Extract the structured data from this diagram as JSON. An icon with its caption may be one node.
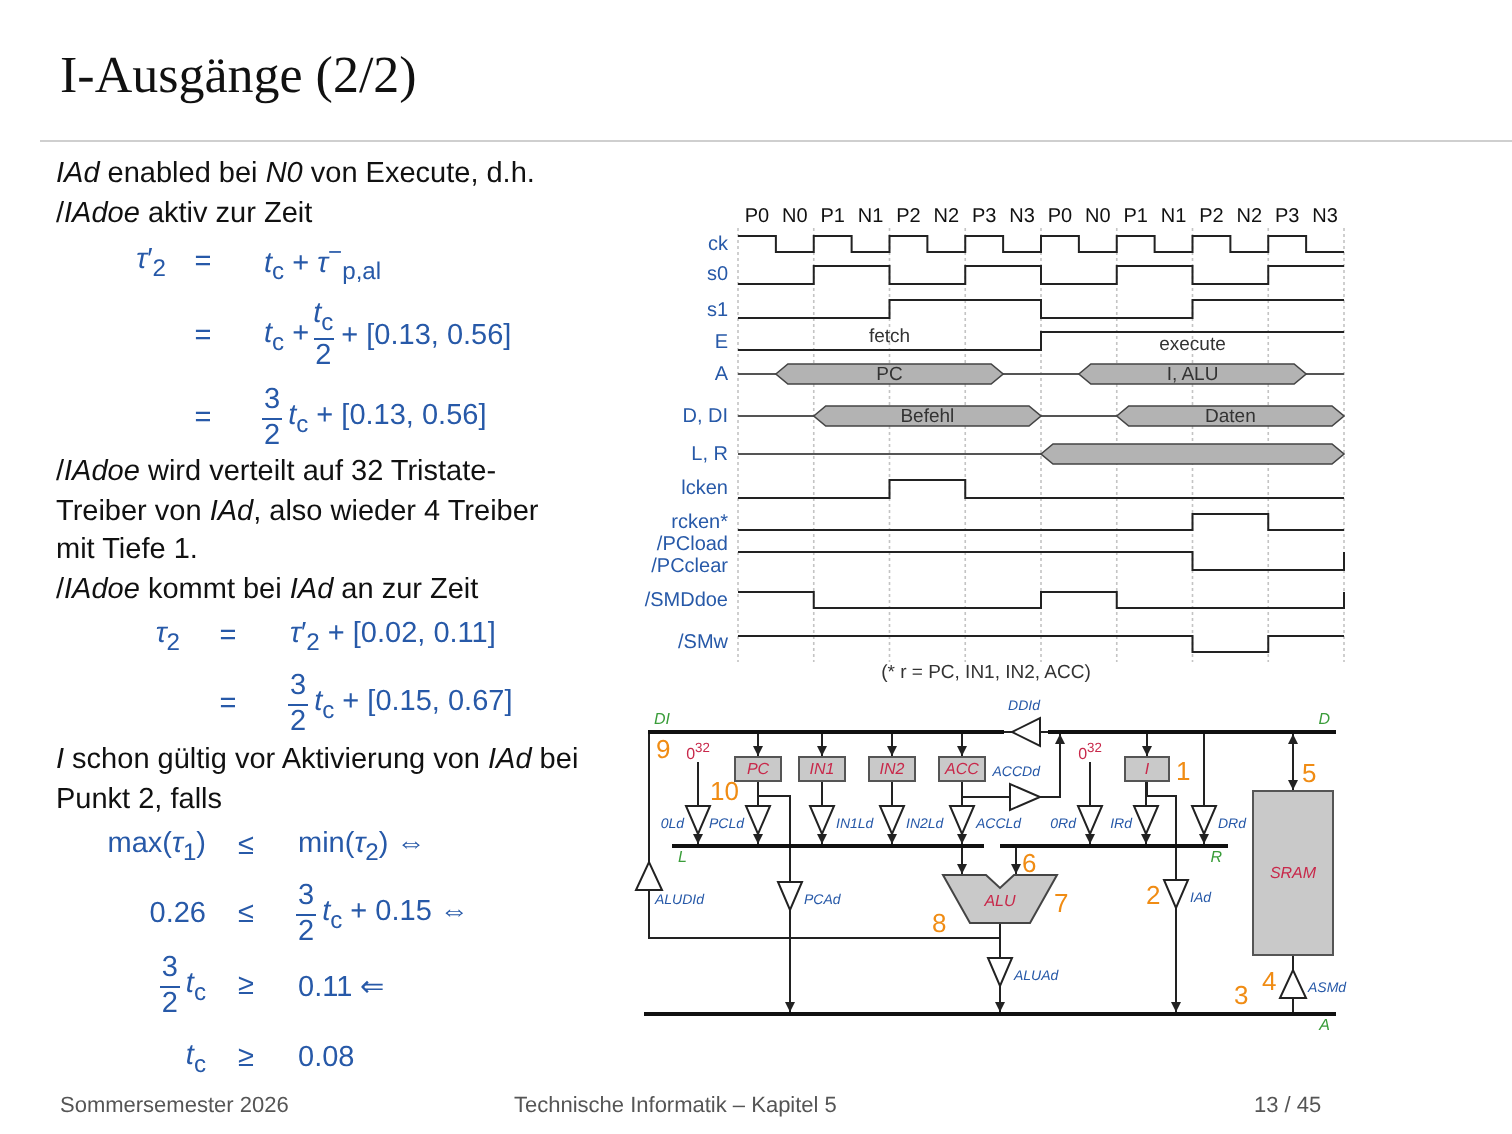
{
  "diagram": {
    "title": "I-Ausgänge (2/2)",
    "nodes": [
      {
        "text": [
          "DI"
        ]
      },
      {
        "text": [
          "D"
        ]
      },
      {
        "text": [
          "L"
        ]
      },
      {
        "text": [
          "R"
        ]
      },
      {
        "text": [
          "A"
        ]
      },
      {
        "text": [
          "PC"
        ]
      },
      {
        "text": [
          "IN1"
        ]
      },
      {
        "text": [
          "IN2"
        ]
      },
      {
        "text": [
          "ACC"
        ]
      },
      {
        "text": [
          "I"
        ]
      },
      {
        "text": [
          "SRAM"
        ]
      },
      {
        "text": [
          "ALU"
        ]
      },
      {
        "text": [
          "0$^{32}$"
        ]
      },
      {
        "text": [
          "0$^{32}$"
        ]
      },
      {
        "text": [
          "0Ld"
        ]
      },
      {
        "text": [
          "PCLd"
        ]
      },
      {
        "text": [
          "IN1Ld"
        ]
      },
      {
        "text": [
          "IN2Ld"
        ]
      },
      {
        "text": [
          "ACCLd"
        ]
      },
      {
        "text": [
          "ACCDd"
        ]
      },
      {
        "text": [
          "DDId"
        ]
      },
      {
        "text": [
          "ALUDId"
        ]
      },
      {
        "text": [
          "PCAd"
        ]
      },
      {
        "text": [
          "ALUAd"
        ]
      },
      {
        "text": [
          "0Rd"
        ]
      },
      {
        "text": [
          "IRd"
        ]
      },
      {
        "text": [
          "DRd"
        ]
      },
      {
        "text": [
          "IAd"
        ]
      },
      {
        "text": [
          "ASMd"
        ]
      }
    ],
    "edges": [
      {
        "from": 0,
        "to": 5,
        "arrow": "to"
      },
      {
        "from": 0,
        "to": 6,
        "arrow": "to"
      },
      {
        "from": 0,
        "to": 7,
        "arrow": "to"
      },
      {
        "from": 0,
        "to": 8,
        "arrow": "to"
      },
      {
        "from": 1,
        "to": 9,
        "arrow": "to"
      },
      {
        "from": 1,
        "to": 10,
        "arrow": "both"
      },
      {
        "from": 12,
        "to": 14,
        "arrow": "none"
      },
      {
        "from": 14,
        "to": 2,
        "arrow": "to"
      },
      {
        "from": 5,
        "to": 15,
        "arrow": "none"
      },
      {
        "from": 15,
        "to": 2,
        "arrow": "to"
      },
      {
        "from": 6,
        "to": 16,
        "arrow": "none"
      },
      {
        "from": 16,
        "to": 2,
        "arrow": "to"
      },
      {
        "from": 7,
        "to": 17,
        "arrow": "none"
      },
      {
        "from": 17,
        "to": 2,
        "arrow": "to"
      },
      {
        "from": 8,
        "to": 18,
        "arrow": "none"
      },
      {
        "from": 18,
        "to": 2,
        "arrow": "to"
      },
      {
        "from": 8,
        "to": 19,
        "arrow": "none"
      },
      {
        "from": 19,
        "to": 1,
        "arrow": "to"
      },
      {
        "from": 1,
        "to": 20,
        "arrow": "none"
      },
      {
        "from": 20,
        "to": 0,
        "arrow": "none"
      },
      {
        "from": 2,
        "to": 11,
        "arrow": "to"
      },
      {
        "from": 3,
        "to": 11,
        "arrow": "to"
      },
      {
        "from": 11,
        "to": 21,
        "arrow": "none"
      },
      {
        "from": 21,
        "to": 0,
        "arrow": "none"
      },
      {
        "from": 5,
        "to": 22,
        "arrow": "none"
      },
      {
        "from": 22,
        "to": 4,
        "arrow": "to"
      },
      {
        "from": 11,
        "to": 23,
        "arrow": "none"
      },
      {
        "from": 23,
        "to": 4,
        "arrow": "to"
      },
      {
        "from": 13,
        "to": 24,
        "arrow": "none"
      },
      {
        "from": 24,
        "to": 3,
        "arrow": "to"
      },
      {
        "from": 9,
        "to": 25,
        "arrow": "none"
      },
      {
        "from": 25,
        "to": 3,
        "arrow": "to"
      },
      {
        "from": 1,
        "to": 26,
        "arrow": "none"
      },
      {
        "from": 26,
        "to": 3,
        "arrow": "to"
      },
      {
        "from": 9,
        "to": 27,
        "arrow": "none"
      },
      {
        "from": 27,
        "to": 4,
        "arrow": "to"
      },
      {
        "from": 4,
        "to": 28,
        "arrow": "none"
      },
      {
        "from": 28,
        "to": 10,
        "arrow": "none"
      }
    ],
    "labels": [
      "*IAd* enabled bei *N0* von Execute, d.h. /*IAdoe* aktiv zur Zeit",
      "*τ*′$_{2}$",
      "=",
      "*t*$_{c}$ + *τ*$^{−}$$_{p,al}$",
      "=",
      "*t*$_{c}$ +",
      "*t*$_{c}$",
      "2",
      "+ [0.13, 0.56]",
      "=",
      "3",
      "2",
      "*t*$_{c}$ + [0.13, 0.56]",
      "/*IAdoe* wird verteilt auf 32 Tristate-Treiber von *IAd*, also wieder 4 Treiber mit Tiefe 1.",
      "/*IAdoe* kommt bei *IAd* an zur Zeit",
      "*τ*$_{2}$",
      "=",
      "*τ*′$_{2}$ + [0.02, 0.11]",
      "=",
      "3",
      "2",
      "*t*$_{c}$ + [0.15, 0.67]",
      "*I* schon gültig vor Aktivierung von *IAd* bei Punkt 2, falls",
      "max(*τ*$_{1}$)",
      "≤",
      "min(*τ*$_{2}$) ⇔",
      "0.26",
      "≤",
      "3",
      "2",
      "*t*$_{c}$ + 0.15 ⇔",
      "3",
      "2",
      "*t*$_{c}$",
      "≥",
      "0.11 ⇐",
      "*t*$_{c}$",
      "≥",
      "0.08",
      "P0",
      "N0",
      "P1",
      "N1",
      "P2",
      "N2",
      "P3",
      "N3",
      "P0",
      "N0",
      "P1",
      "N1",
      "P2",
      "N2",
      "P3",
      "N3",
      "ck",
      "s0",
      "s1",
      "E",
      "A",
      "D, DI",
      "L, R",
      "lcken",
      "rcken*",
      "/PCload",
      "/PCclear",
      "/SMDdoe",
      "/SMw",
      "fetch",
      "execute",
      "PC",
      "I, ALU",
      "Befehl",
      "Daten",
      "(* r = PC, IN1, IN2, ACC)",
      "9",
      "10",
      "1",
      "5",
      "6",
      "7",
      "2",
      "8",
      "4",
      "3",
      "Sommersemester 2026",
      "Technische Informatik – Kapitel 5",
      "13 / 45"
    ]
  }
}
